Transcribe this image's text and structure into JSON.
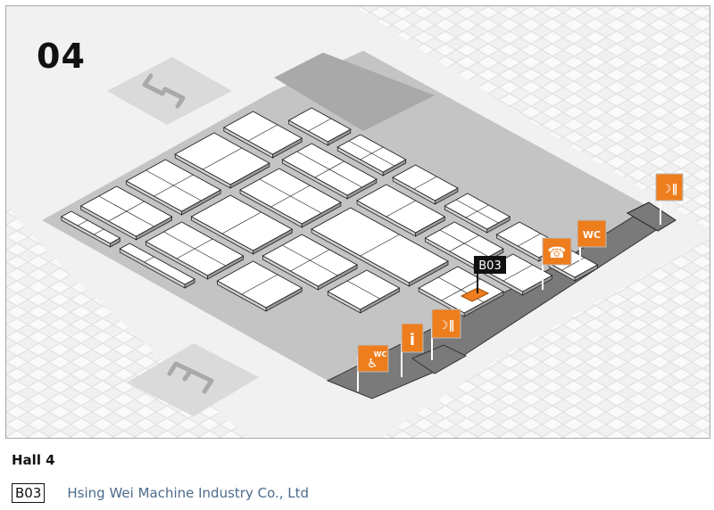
{
  "map": {
    "hall_number": "04",
    "highlighted_booth": "B03",
    "colors": {
      "accent": "#ee7d1e",
      "booth_fill": "#ffffff",
      "aisle": "#c4c4c4",
      "service_area": "#7a7a7a",
      "background": "#f1f1f1",
      "label_bg": "#111111"
    },
    "entrances": [
      {
        "name": "entrance-north-west",
        "glyph": "S-shaped"
      },
      {
        "name": "entrance-south-west",
        "glyph": "E-shaped"
      }
    ],
    "amenities": [
      {
        "name": "restaurant-icon",
        "symbol": "☽∥"
      },
      {
        "name": "wc-icon",
        "symbol": "WC"
      },
      {
        "name": "phone-icon",
        "symbol": "☎"
      },
      {
        "name": "restaurant-icon-2",
        "symbol": "☽∥"
      },
      {
        "name": "info-icon",
        "symbol": "i"
      },
      {
        "name": "accessible-wc-icon",
        "symbol": "WC"
      }
    ]
  },
  "legend": {
    "hall_title": "Hall 4",
    "exhibitors": [
      {
        "booth": "B03",
        "name": "Hsing Wei Machine Industry Co., Ltd"
      }
    ]
  }
}
